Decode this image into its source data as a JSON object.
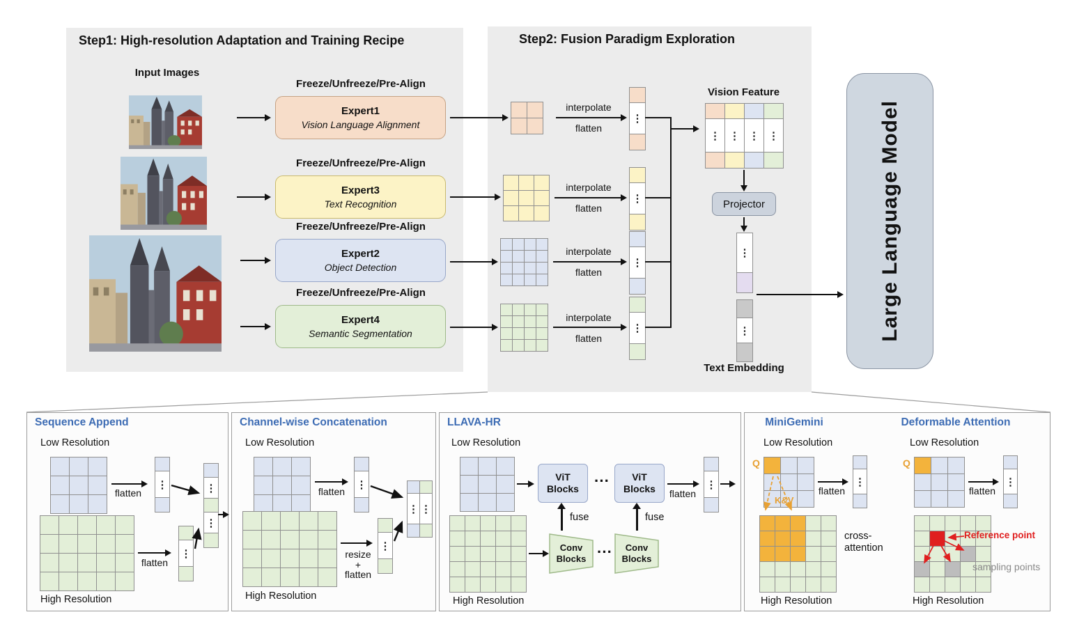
{
  "palette": {
    "panel_gray": "#ececec",
    "peach": "#f7ddc9",
    "peach_border": "#c5a284",
    "yellow": "#fcf3c6",
    "yellow_border": "#c9ba6e",
    "blue": "#dde4f2",
    "blue_border": "#98a7c9",
    "green": "#e3efd8",
    "green_border": "#9eb989",
    "orange": "#e8a133",
    "red": "#e01f1f",
    "sample_gray": "#bdbdbd",
    "vec_gray": "#c9c9c9",
    "purple": "#e4dcf0",
    "projector_fill": "#ccd3dd",
    "projector_border": "#8a94a3",
    "llm_fill": "#cfd7e0",
    "llm_border": "#8a94a3",
    "panel_title_blue": "#3d6cb4",
    "label_gray": "#8a8a8a"
  },
  "symbols": {
    "vdots": "⋮"
  },
  "step1": {
    "title": "Step1: High-resolution Adaptation and Training Recipe",
    "input_images_label": "Input Images",
    "freeze_label": "Freeze/Unfreeze/Pre-Align",
    "experts": [
      {
        "name": "Expert1",
        "task": "Vision Language Alignment"
      },
      {
        "name": "Expert3",
        "task": "Text Recognition"
      },
      {
        "name": "Expert2",
        "task": "Object Detection"
      },
      {
        "name": "Expert4",
        "task": "Semantic Segmentation"
      }
    ]
  },
  "step2": {
    "title": "Step2: Fusion Paradigm Exploration",
    "interpolate_label": "interpolate",
    "flatten_label": "flatten",
    "vision_feature_label": "Vision Feature",
    "projector_label": "Projector",
    "text_embedding_label": "Text Embedding"
  },
  "llm": {
    "label": "Large Language Model"
  },
  "panels": {
    "sequence_append": {
      "title": "Sequence Append",
      "low_label": "Low Resolution",
      "high_label": "High Resolution",
      "flatten_label": "flatten"
    },
    "channel_concat": {
      "title": "Channel-wise Concatenation",
      "low_label": "Low Resolution",
      "high_label": "High Resolution",
      "flatten_label": "flatten",
      "resize_label": "resize",
      "plus_label": "+"
    },
    "llava_hr": {
      "title": "LLAVA-HR",
      "low_label": "Low Resolution",
      "high_label": "High Resolution",
      "vit_line1": "ViT",
      "vit_line2": "Blocks",
      "conv_line1": "Conv",
      "conv_line2": "Blocks",
      "dots": "···",
      "fuse_label": "fuse",
      "flatten_label": "flatten"
    },
    "minigemini": {
      "title": "MiniGemini",
      "low_label": "Low Resolution",
      "high_label": "High Resolution",
      "q_label": "Q",
      "kv_label": "K&V",
      "cross_line1": "cross-",
      "cross_line2": "attention",
      "flatten_label": "flatten"
    },
    "deformable": {
      "title": "Deformable Attention",
      "low_label": "Low Resolution",
      "high_label": "High Resolution",
      "q_label": "Q",
      "flatten_label": "flatten",
      "reference_label": "Reference point",
      "sampling_label": "sampling points"
    }
  },
  "grids": {
    "s2_peach": {
      "rows": 2,
      "cols": 2,
      "cell": 23,
      "fill": "#f7ddc9"
    },
    "s2_yellow": {
      "rows": 3,
      "cols": 3,
      "cell": 22,
      "fill": "#fcf3c6"
    },
    "s2_blue": {
      "rows": 4,
      "cols": 4,
      "cell": 17,
      "fill": "#dde4f2"
    },
    "s2_green": {
      "rows": 4,
      "cols": 4,
      "cell": 17,
      "fill": "#e3efd8"
    },
    "p1_low": {
      "rows": 3,
      "cols": 3,
      "cell": 27,
      "fill": "#dde4f2"
    },
    "p1_high": {
      "rows": 4,
      "cols": 5,
      "cell": 27,
      "fill": "#e3efd8"
    },
    "p2_low": {
      "rows": 3,
      "cols": 3,
      "cell": 27,
      "fill": "#dde4f2"
    },
    "p2_high": {
      "rows": 4,
      "cols": 5,
      "cell": 27,
      "fill": "#e3efd8"
    },
    "p3_low": {
      "rows": 3,
      "cols": 3,
      "cell": 26,
      "fill": "#dde4f2"
    },
    "p3_high": {
      "rows": 5,
      "cols": 5,
      "cell": 22,
      "fill": "#e3efd8"
    },
    "mg_low": {
      "rows": 3,
      "cols": 3,
      "cell": 24,
      "fill": "#dde4f2",
      "overrides": [
        {
          "color": "#f3b33c",
          "cells": [
            [
              0,
              0
            ]
          ]
        }
      ]
    },
    "mg_high": {
      "rows": 5,
      "cols": 5,
      "cell": 22,
      "fill": "#e3efd8",
      "overrides": [
        {
          "color": "#f3b33c",
          "cells": [
            [
              0,
              0
            ],
            [
              0,
              1
            ],
            [
              0,
              2
            ],
            [
              1,
              0
            ],
            [
              1,
              1
            ],
            [
              1,
              2
            ],
            [
              2,
              0
            ],
            [
              2,
              1
            ],
            [
              2,
              2
            ]
          ]
        }
      ]
    },
    "df_low": {
      "rows": 3,
      "cols": 3,
      "cell": 24,
      "fill": "#dde4f2",
      "overrides": [
        {
          "color": "#f3b33c",
          "cells": [
            [
              0,
              0
            ]
          ]
        }
      ]
    },
    "df_high": {
      "rows": 5,
      "cols": 5,
      "cell": 22,
      "fill": "#e3efd8",
      "overrides": [
        {
          "color": "#e01f1f",
          "cells": [
            [
              1,
              1
            ]
          ]
        },
        {
          "color": "#bdbdbd",
          "cells": [
            [
              3,
              0
            ],
            [
              3,
              2
            ],
            [
              2,
              3
            ]
          ]
        }
      ]
    }
  },
  "vectors": {
    "s2_peach_vec": {
      "w": 22,
      "cells": [
        {
          "h": 22,
          "c": "#f7ddc9"
        },
        {
          "h": 45,
          "c": "#ffffff",
          "dots": true
        },
        {
          "h": 22,
          "c": "#f7ddc9"
        }
      ]
    },
    "s2_yellow_vec": {
      "w": 22,
      "cells": [
        {
          "h": 22,
          "c": "#fcf3c6"
        },
        {
          "h": 45,
          "c": "#ffffff",
          "dots": true
        },
        {
          "h": 22,
          "c": "#fcf3c6"
        }
      ]
    },
    "s2_blue_vec": {
      "w": 22,
      "cells": [
        {
          "h": 22,
          "c": "#dde4f2"
        },
        {
          "h": 45,
          "c": "#ffffff",
          "dots": true
        },
        {
          "h": 22,
          "c": "#dde4f2"
        }
      ]
    },
    "s2_green_vec": {
      "w": 22,
      "cells": [
        {
          "h": 22,
          "c": "#e3efd8"
        },
        {
          "h": 45,
          "c": "#ffffff",
          "dots": true
        },
        {
          "h": 22,
          "c": "#e3efd8"
        }
      ]
    },
    "vf_col_peach": {
      "w": 27,
      "cells": [
        {
          "h": 22,
          "c": "#f7ddc9"
        },
        {
          "h": 48,
          "c": "#ffffff",
          "dots": true
        },
        {
          "h": 22,
          "c": "#f7ddc9"
        }
      ]
    },
    "vf_col_yellow": {
      "w": 27,
      "cells": [
        {
          "h": 22,
          "c": "#fcf3c6"
        },
        {
          "h": 48,
          "c": "#ffffff",
          "dots": true
        },
        {
          "h": 22,
          "c": "#fcf3c6"
        }
      ]
    },
    "vf_col_blue": {
      "w": 27,
      "cells": [
        {
          "h": 22,
          "c": "#dde4f2"
        },
        {
          "h": 48,
          "c": "#ffffff",
          "dots": true
        },
        {
          "h": 22,
          "c": "#dde4f2"
        }
      ]
    },
    "vf_col_green": {
      "w": 27,
      "cells": [
        {
          "h": 22,
          "c": "#e3efd8"
        },
        {
          "h": 48,
          "c": "#ffffff",
          "dots": true
        },
        {
          "h": 22,
          "c": "#e3efd8"
        }
      ]
    },
    "proj_vec": {
      "w": 22,
      "cells": [
        {
          "h": 57,
          "c": "#ffffff",
          "dots": true
        },
        {
          "h": 28,
          "c": "#e4dcf0"
        }
      ]
    },
    "temb_vec": {
      "w": 22,
      "cells": [
        {
          "h": 26,
          "c": "#c9c9c9"
        },
        {
          "h": 36,
          "c": "#ffffff",
          "dots": true
        },
        {
          "h": 26,
          "c": "#c9c9c9"
        }
      ]
    },
    "p1_low_vec": {
      "w": 20,
      "cells": [
        {
          "h": 20,
          "c": "#dde4f2"
        },
        {
          "h": 38,
          "c": "#ffffff",
          "dots": true
        },
        {
          "h": 20,
          "c": "#dde4f2"
        }
      ]
    },
    "p1_high_vec": {
      "w": 20,
      "cells": [
        {
          "h": 20,
          "c": "#e3efd8"
        },
        {
          "h": 38,
          "c": "#ffffff",
          "dots": true
        },
        {
          "h": 20,
          "c": "#e3efd8"
        }
      ]
    },
    "p1_comb_vec": {
      "w": 20,
      "cells": [
        {
          "h": 20,
          "c": "#dde4f2"
        },
        {
          "h": 30,
          "c": "#ffffff",
          "dots": true
        },
        {
          "h": 20,
          "c": "#e3efd8"
        },
        {
          "h": 30,
          "c": "#ffffff",
          "dots": true
        },
        {
          "h": 20,
          "c": "#e3efd8"
        }
      ]
    },
    "p2_low_vec": {
      "w": 20,
      "cells": [
        {
          "h": 20,
          "c": "#dde4f2"
        },
        {
          "h": 38,
          "c": "#ffffff",
          "dots": true
        },
        {
          "h": 20,
          "c": "#dde4f2"
        }
      ]
    },
    "p2_high_vec": {
      "w": 20,
      "cells": [
        {
          "h": 20,
          "c": "#e3efd8"
        },
        {
          "h": 38,
          "c": "#ffffff",
          "dots": true
        },
        {
          "h": 20,
          "c": "#e3efd8"
        }
      ]
    },
    "p2_comb_left": {
      "w": 17,
      "cells": [
        {
          "h": 18,
          "c": "#dde4f2"
        },
        {
          "h": 44,
          "c": "#ffffff",
          "dots": true
        },
        {
          "h": 18,
          "c": "#dde4f2"
        }
      ]
    },
    "p2_comb_right": {
      "w": 17,
      "cells": [
        {
          "h": 18,
          "c": "#e3efd8"
        },
        {
          "h": 44,
          "c": "#ffffff",
          "dots": true
        },
        {
          "h": 18,
          "c": "#e3efd8"
        }
      ]
    },
    "p3_vec": {
      "w": 20,
      "cells": [
        {
          "h": 20,
          "c": "#dde4f2"
        },
        {
          "h": 38,
          "c": "#ffffff",
          "dots": true
        },
        {
          "h": 20,
          "c": "#dde4f2"
        }
      ]
    },
    "mg_vec": {
      "w": 19,
      "cells": [
        {
          "h": 19,
          "c": "#dde4f2"
        },
        {
          "h": 36,
          "c": "#ffffff",
          "dots": true
        },
        {
          "h": 19,
          "c": "#dde4f2"
        }
      ]
    },
    "df_vec": {
      "w": 19,
      "cells": [
        {
          "h": 19,
          "c": "#dde4f2"
        },
        {
          "h": 36,
          "c": "#ffffff",
          "dots": true
        },
        {
          "h": 19,
          "c": "#dde4f2"
        }
      ]
    }
  }
}
